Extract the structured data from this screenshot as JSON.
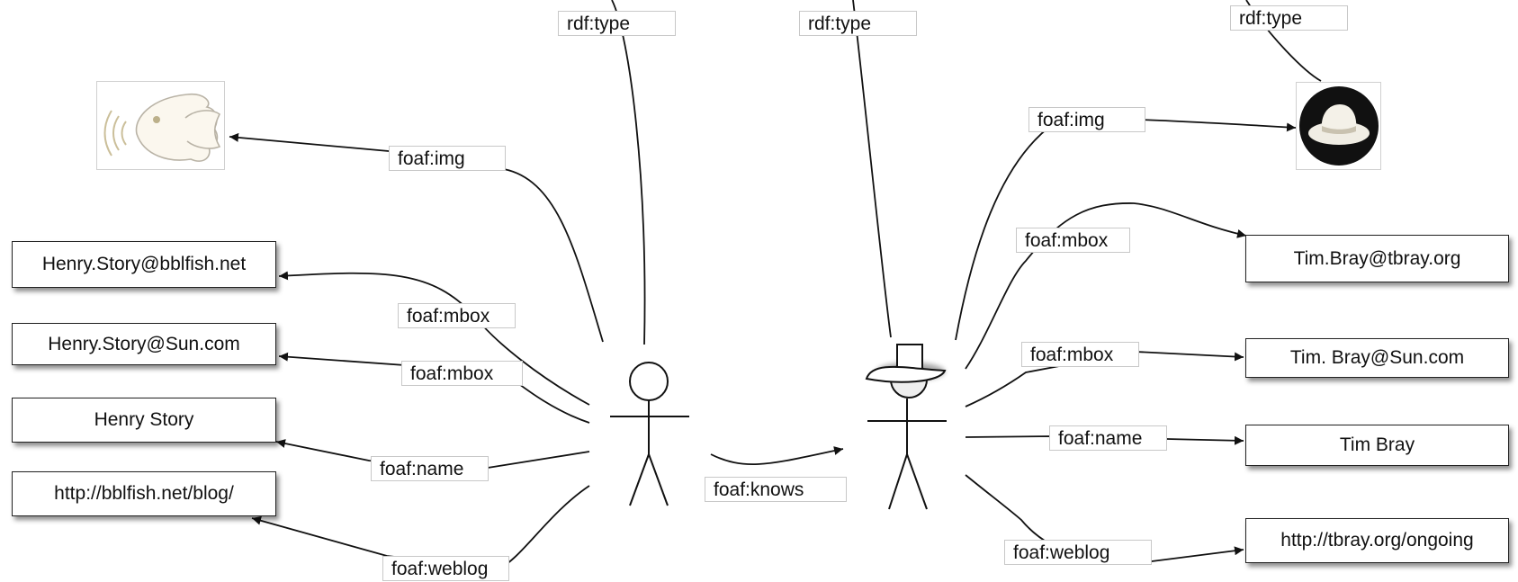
{
  "predicates": {
    "rdf_type": "rdf:type",
    "foaf_img": "foaf:img",
    "foaf_mbox": "foaf:mbox",
    "foaf_name": "foaf:name",
    "foaf_weblog": "foaf:weblog",
    "foaf_knows": "foaf:knows"
  },
  "henry": {
    "mbox_1": "Henry.Story@bblfish.net",
    "mbox_2": "Henry.Story@Sun.com",
    "name": "Henry Story",
    "weblog": "http://bblfish.net/blog/",
    "image_icon": "fish-avatar-icon",
    "figure_icon": "stick-figure-icon"
  },
  "tim": {
    "mbox_1": "Tim.Bray@tbray.org",
    "mbox_2": "Tim. Bray@Sun.com",
    "name": "Tim Bray",
    "weblog": "http://tbray.org/ongoing",
    "image_icon": "white-hat-avatar-icon",
    "figure_icon": "stick-figure-with-hat-icon"
  }
}
